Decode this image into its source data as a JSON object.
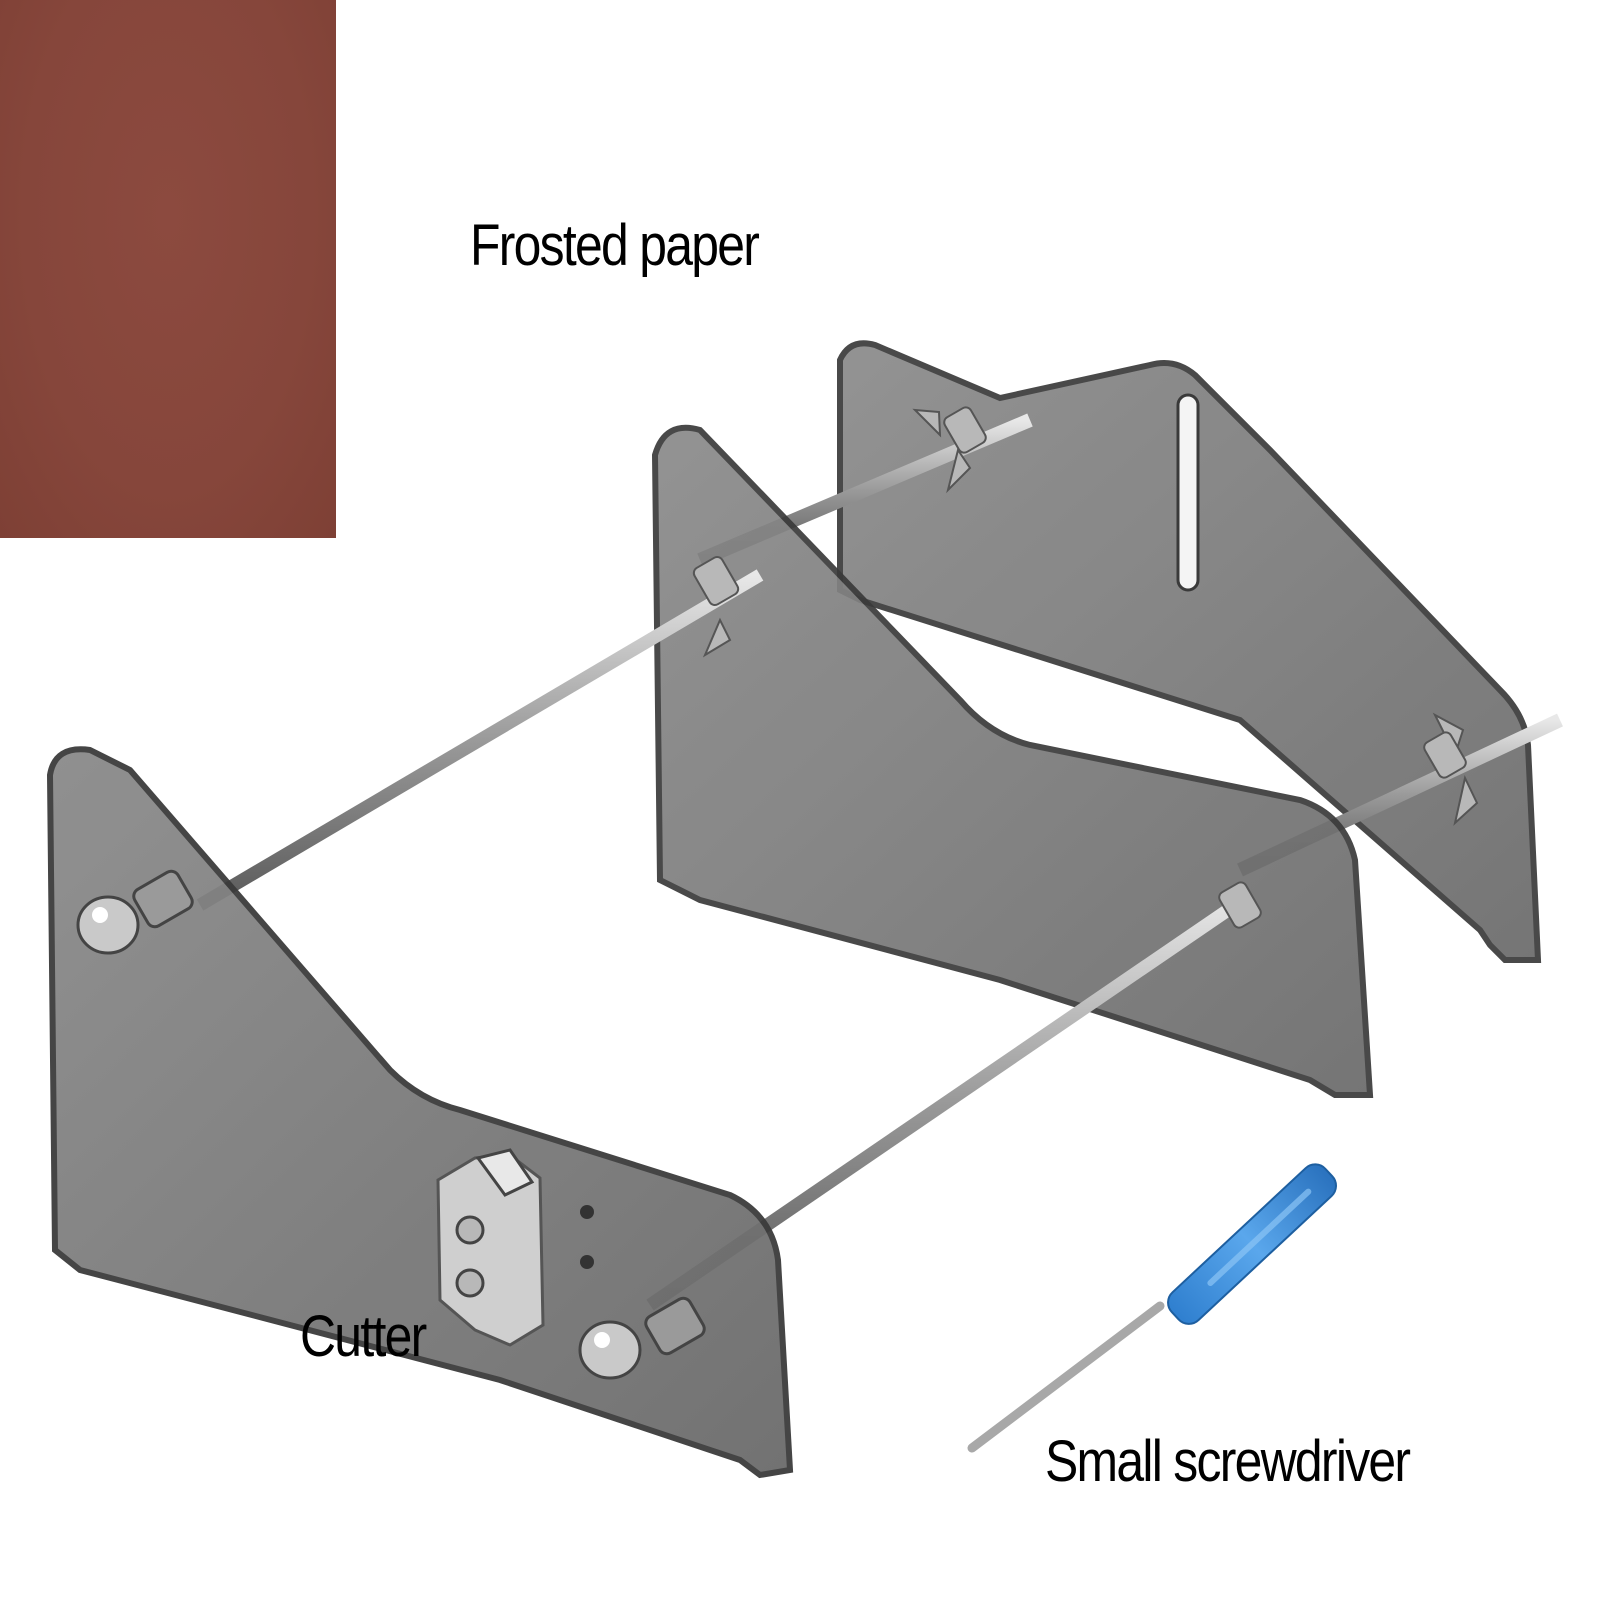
{
  "image": {
    "subject": "Glass bottle cutter kit",
    "background": "#ffffff"
  },
  "items": [
    {
      "label": "Frosted paper",
      "color": "#86463b"
    },
    {
      "label": "Cutter",
      "color": "#c8c8c8"
    },
    {
      "label": "Small screwdriver",
      "color": "#3f8fd6"
    }
  ],
  "colors": {
    "acrylic": "#7a7a7a",
    "acrylic_edge": "#3a3a3a",
    "steel_rod": "#b5b5b5",
    "screwdriver_handle": "#3f8fd6",
    "sandpaper": "#86463b"
  }
}
